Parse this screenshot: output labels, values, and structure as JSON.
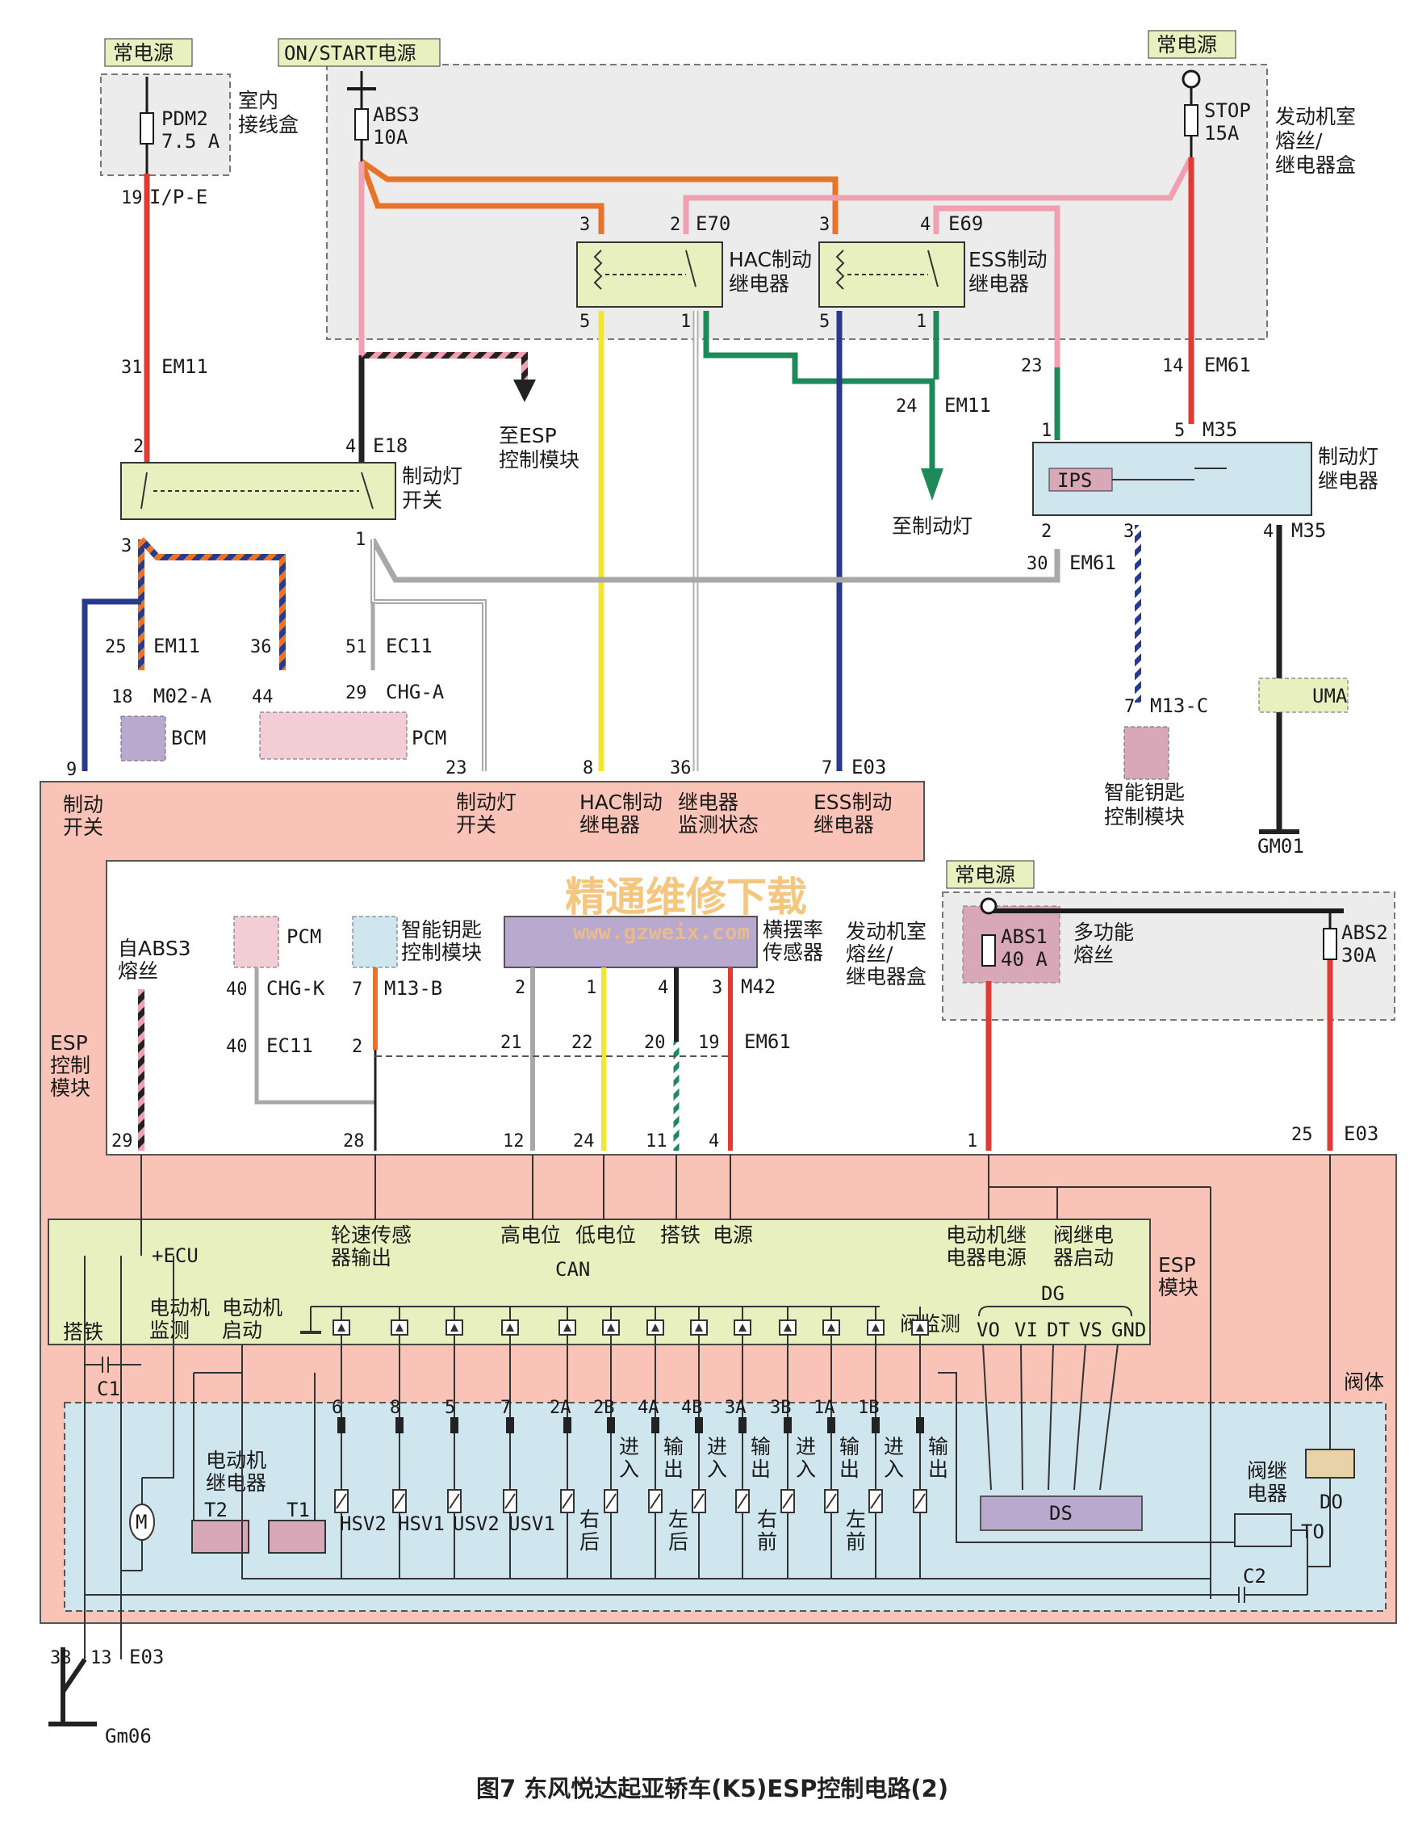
{
  "title": "图7 东风悦达起亚轿车(K5)ESP控制电路(2)",
  "watermark": {
    "cn": "精通维修下载",
    "url": "www.gzweix.com"
  },
  "colors": {
    "red": "#e03a32",
    "orange": "#e8742a",
    "pink": "#f0a0b0",
    "black": "#222222",
    "yellow": "#f3e630",
    "navy": "#283a8c",
    "green": "#1e8a5a",
    "gray": "#a8a8a8",
    "box_pink": "#f9c4b7",
    "box_blue": "#cfe6ef",
    "box_green": "#e8f0c0"
  },
  "power_labels": {
    "cdy_left": "常电源",
    "on_start": "ON/START电源",
    "cdy_right": "常电源",
    "cdy_mid": "常电源"
  },
  "fuses": {
    "pdm2": [
      "PDM2",
      "7.5 A"
    ],
    "abs3": [
      "ABS3",
      "10A"
    ],
    "stop": [
      "STOP",
      "15A"
    ],
    "abs1": [
      "ABS1",
      "40 A"
    ],
    "abs2": [
      "ABS2",
      "30A"
    ]
  },
  "boxes": {
    "indoor": [
      "室内",
      "接线盒"
    ],
    "engine": [
      "发动机室",
      "熔丝/",
      "继电器盒"
    ],
    "engine2": [
      "发动机室",
      "熔丝/",
      "继电器盒"
    ],
    "multi": [
      "多功能",
      "熔丝"
    ]
  },
  "components": {
    "hac_relay": [
      "HAC制动",
      "继电器"
    ],
    "ess_relay": [
      "ESS制动",
      "继电器"
    ],
    "brake_sw": [
      "制动灯",
      "开关"
    ],
    "brake_relay": [
      "制动灯",
      "继电器"
    ],
    "to_esp": [
      "至ESP",
      "控制模块"
    ],
    "to_lamp": "至制动灯",
    "bcm": "BCM",
    "pcm": "PCM",
    "pcm2": "PCM",
    "smart_key": [
      "智能钥匙",
      "控制模块"
    ],
    "smart_key2": [
      "智能钥匙",
      "控制模块"
    ],
    "yaw": [
      "横摆率",
      "传感器"
    ],
    "uma": "UMA",
    "gm01": "GM01",
    "ips": "IPS",
    "esp_ctrl": [
      "ESP",
      "控制",
      "模块"
    ],
    "esp_module": [
      "ESP",
      "模块"
    ],
    "from_abs3": [
      "自ABS3",
      "熔丝"
    ],
    "gm06": "Gm06",
    "valve_body": "阀体",
    "ds": "DS",
    "do": "DO",
    "to": "TO",
    "c1": "C1",
    "c2": "C2",
    "m": "M",
    "motor_relay": [
      "电动机",
      "继电器"
    ],
    "t1": "T1",
    "t2": "T2",
    "valve_relay": [
      "阀继",
      "电器"
    ]
  },
  "connectors": {
    "ip_e": "I/P-E",
    "em11": "EM11",
    "em11b": "EM11",
    "em11c": "EM11",
    "e18": "E18",
    "e70": "E70",
    "e69": "E69",
    "em61": "EM61",
    "em61b": "EM61",
    "em61c": "EM61",
    "m35": "M35",
    "m35b": "M35",
    "ec11": "EC11",
    "ec11b": "EC11",
    "m02a": "M02-A",
    "chga": "CHG-A",
    "e03": "E03",
    "e03b": "E03",
    "e03c": "E03",
    "m13c": "M13-C",
    "chgk": "CHG-K",
    "m13b": "M13-B",
    "m42": "M42"
  },
  "esp_top_labels": {
    "brake_sw": [
      "制动",
      "开关"
    ],
    "lamp_sw": [
      "制动灯",
      "开关"
    ],
    "hac": [
      "HAC制动",
      "继电器"
    ],
    "relay_mon": [
      "继电器",
      "监测状态"
    ],
    "ess": [
      "ESS制动",
      "继电器"
    ]
  },
  "esp_inner_labels": {
    "ecu": "+ECU",
    "wheel": [
      "轮速传感",
      "器输出"
    ],
    "can_hi": "高电位",
    "can_lo": "低电位",
    "can": "CAN",
    "gnd": "搭铁",
    "pwr": "电源",
    "motor_pwr": [
      "电动机继",
      "电器电源"
    ],
    "valve_start": [
      "阀继电",
      "器启动"
    ],
    "gnd2": "搭铁",
    "motor_mon": [
      "电动机",
      "监测"
    ],
    "motor_start": [
      "电动机",
      "启动"
    ],
    "valve_mon": "阀监测",
    "dg": "DG",
    "dg_pins": [
      "VO",
      "VI",
      "DT",
      "VS",
      "GND"
    ]
  },
  "valves": [
    {
      "pin": "6",
      "name": "HSV2",
      "dir": ""
    },
    {
      "pin": "8",
      "name": "HSV1",
      "dir": ""
    },
    {
      "pin": "5",
      "name": "USV2",
      "dir": ""
    },
    {
      "pin": "7",
      "name": "USV1",
      "dir": ""
    },
    {
      "pin": "2A",
      "name": "",
      "dir": ""
    },
    {
      "pin": "2B",
      "name": "",
      "dir": "进入"
    },
    {
      "pin": "4A",
      "name": "",
      "dir": "输出"
    },
    {
      "pin": "4B",
      "name": "",
      "dir": "进入"
    },
    {
      "pin": "3A",
      "name": "",
      "dir": "输出"
    },
    {
      "pin": "3B",
      "name": "",
      "dir": "进入"
    },
    {
      "pin": "1A",
      "name": "",
      "dir": "输出"
    },
    {
      "pin": "1B",
      "name": "",
      "dir": "进入"
    },
    {
      "pin": "",
      "name": "",
      "dir": "输出"
    }
  ],
  "valve_groups": [
    "右后",
    "左后",
    "右前",
    "左前"
  ],
  "pins": {
    "p19": "19",
    "p31": "31",
    "p2": "2",
    "p4": "4",
    "p3": "3",
    "p1": "1",
    "p25": "25",
    "p18": "18",
    "p36": "36",
    "p44": "44",
    "p51": "51",
    "p29": "29",
    "p9": "9",
    "p23": "23",
    "p8": "8",
    "p36b": "36",
    "p7": "7",
    "p3a": "3",
    "p2a": "2",
    "p3b": "3",
    "p4a": "4",
    "p5a": "5",
    "p1a": "1",
    "p5b": "5",
    "p1b": "1",
    "p24": "24",
    "p23b": "23",
    "p14": "14",
    "p1c": "1",
    "p5c": "5",
    "p2c": "2",
    "p3c": "3",
    "p4c": "4",
    "p30": "30",
    "p7b": "7",
    "p40": "40",
    "p7c": "7",
    "p2d": "2",
    "p1d": "1",
    "p4d": "4",
    "p3d": "3",
    "p40b": "40",
    "p2e": "2",
    "p21": "21",
    "p22": "22",
    "p20": "20",
    "p19b": "19",
    "p29b": "29",
    "p28": "28",
    "p12": "12",
    "p24b": "24",
    "p11": "11",
    "p4e": "4",
    "p1e": "1",
    "p25b": "25",
    "p38": "38",
    "p13": "13"
  }
}
